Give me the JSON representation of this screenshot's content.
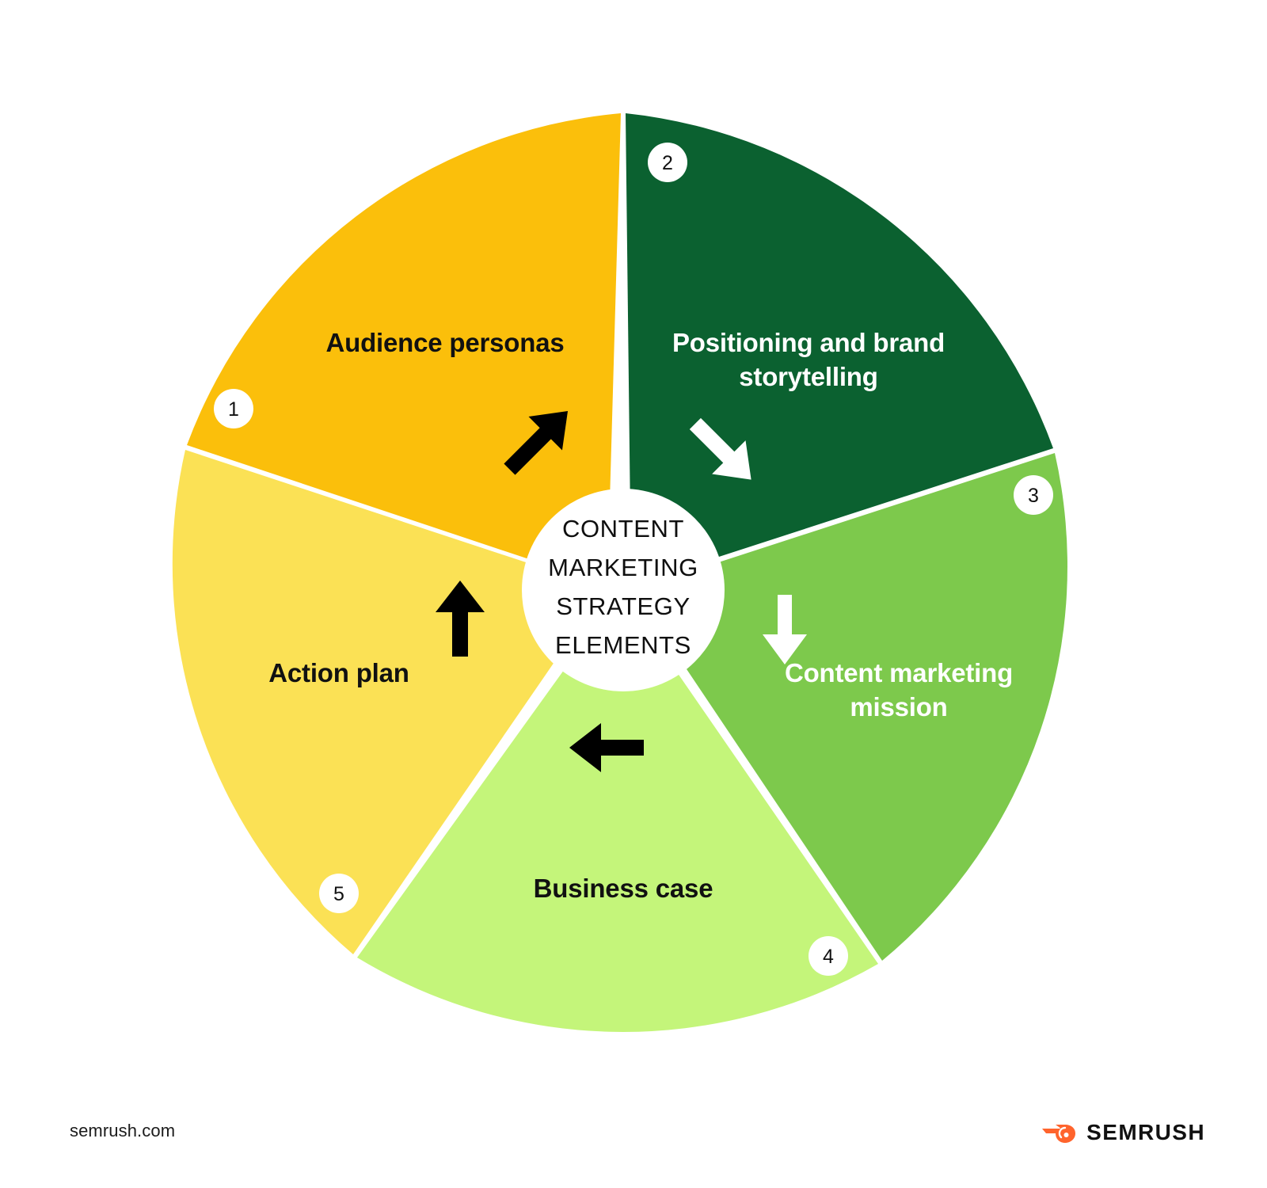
{
  "center": {
    "lines": [
      "CONTENT",
      "MARKETING",
      "STRATEGY",
      "ELEMENTS"
    ]
  },
  "footer": {
    "url": "semrush.com",
    "brand": "SEMRUSH",
    "brand_color": "#FF642D"
  },
  "chart_data": {
    "type": "pie",
    "title": "CONTENT MARKETING STRATEGY ELEMENTS",
    "legend": "none",
    "categories": [
      "Audience personas",
      "Positioning and brand storytelling",
      "Content marketing mission",
      "Business case",
      "Action plan"
    ],
    "values": [
      72,
      72,
      72,
      72,
      72
    ],
    "units": "degrees",
    "colors": [
      "#FBBF0B",
      "#0B6130",
      "#7DC94C",
      "#C4F57A",
      "#FBE155"
    ]
  },
  "segments": [
    {
      "number": "1",
      "label_lines": [
        "Audience personas"
      ],
      "color": "#FBBF0B",
      "text_color": "#111111",
      "arrow": "arrow-up-right-icon",
      "arrow_color": "#000000"
    },
    {
      "number": "2",
      "label_lines": [
        "Positioning and brand",
        "storytelling"
      ],
      "color": "#0B6130",
      "text_color": "#FFFFFF",
      "arrow": "arrow-down-right-icon",
      "arrow_color": "#FFFFFF"
    },
    {
      "number": "3",
      "label_lines": [
        "Content marketing",
        "mission"
      ],
      "color": "#7DC94C",
      "text_color": "#FFFFFF",
      "arrow": "arrow-down-icon",
      "arrow_color": "#FFFFFF"
    },
    {
      "number": "4",
      "label_lines": [
        "Business case"
      ],
      "color": "#C4F57A",
      "text_color": "#111111",
      "arrow": "arrow-left-icon",
      "arrow_color": "#000000"
    },
    {
      "number": "5",
      "label_lines": [
        "Action plan"
      ],
      "color": "#FBE155",
      "text_color": "#111111",
      "arrow": "arrow-up-icon",
      "arrow_color": "#000000"
    }
  ]
}
